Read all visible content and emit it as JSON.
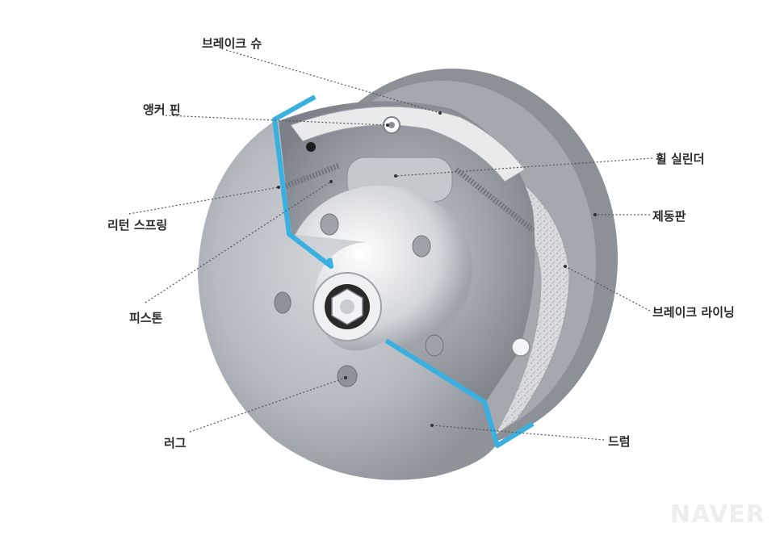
{
  "labels": {
    "brake_shoe": "브레이크 슈",
    "anchor_pin": "앵커 핀",
    "wheel_cylinder": "휠 실린더",
    "return_spring": "리턴 스프링",
    "backing_plate": "제동판",
    "piston": "피스톤",
    "brake_lining": "브레이크 라이닝",
    "lug": "러그",
    "drum": "드럼"
  },
  "watermark": "NAVER",
  "colors": {
    "drum": "#b9bcc2",
    "drum_rim": "#8c9097",
    "cutaway_edge": "#3ab0e0",
    "lining": "#cfd2d6",
    "leader_line": "#555555"
  }
}
